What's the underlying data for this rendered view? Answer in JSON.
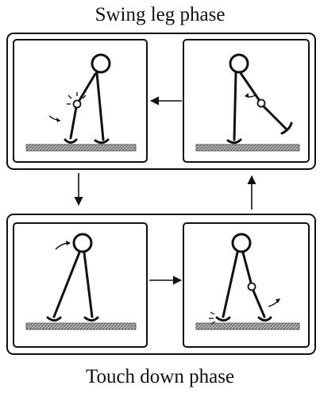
{
  "titles": {
    "top": "Swing leg phase",
    "bottom": "Touch down phase"
  },
  "diagram": {
    "groups": [
      "swing-leg-phase",
      "touch-down-phase"
    ],
    "panels": [
      "swing-panel-left",
      "swing-panel-right",
      "touchdown-panel-left",
      "touchdown-panel-right"
    ],
    "cycle_order": [
      "swing-panel-right",
      "swing-panel-left",
      "touchdown-panel-left",
      "touchdown-panel-right"
    ],
    "colors": {
      "stroke": "#111111",
      "ground": "#8a8a8a",
      "background": "#ffffff"
    }
  }
}
